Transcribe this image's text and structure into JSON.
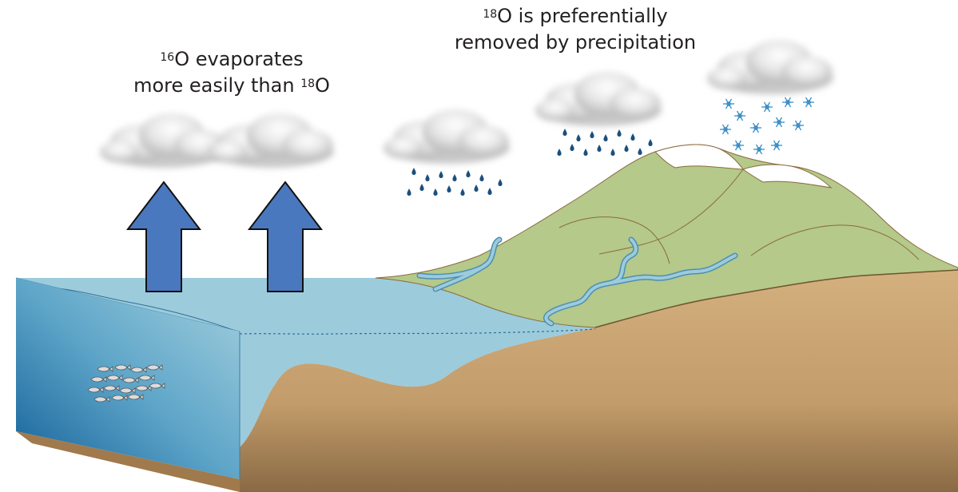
{
  "labels": {
    "evaporation": {
      "line1_sup": "16",
      "line1_text": "O evaporates",
      "line2_text": "more easily than ",
      "line2_sup": "18",
      "line2_end": "O"
    },
    "precipitation": {
      "line1_sup": "18",
      "line1_text": "O is preferentially",
      "line2_text": "removed by precipitation"
    }
  },
  "colors": {
    "ocean_light": "#a9d3df",
    "ocean_deep": "#1f6fa3",
    "land_green": "#b5c98a",
    "soil": "#cda978",
    "soil_dark": "#8a6a45",
    "arrow": "#4a78be",
    "rain": "#1b4f7d",
    "snowflake": "#3a8fc6",
    "cloud": "#d4d4d4"
  },
  "icons": [
    "upward-arrow-icon",
    "cloud-icon",
    "raindrop-icon",
    "snowflake-icon",
    "fish-icon"
  ]
}
